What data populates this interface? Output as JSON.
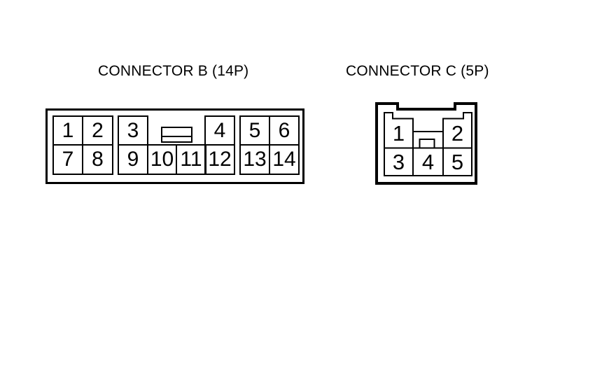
{
  "colors": {
    "line": "#000000",
    "background": "#ffffff",
    "text": "#000000"
  },
  "connector_b": {
    "title": "CONNECTOR B (14P)",
    "pins": [
      "1",
      "2",
      "3",
      "4",
      "5",
      "6",
      "7",
      "8",
      "9",
      "10",
      "11",
      "12",
      "13",
      "14"
    ]
  },
  "connector_c": {
    "title": "CONNECTOR C (5P)",
    "pins": [
      "1",
      "2",
      "3",
      "4",
      "5"
    ]
  }
}
